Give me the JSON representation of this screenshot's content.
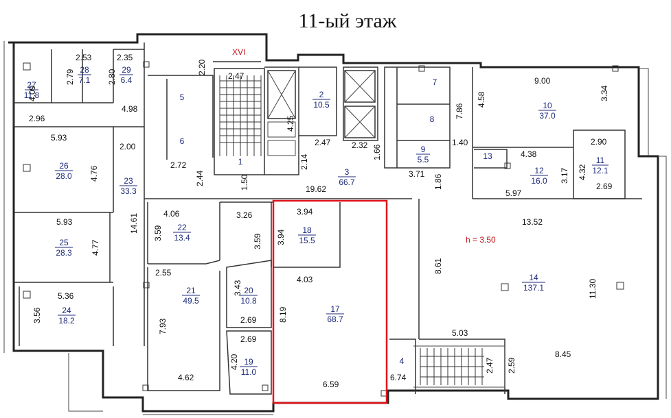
{
  "title": "11-ый этаж",
  "height_note": "h = 3.50",
  "stair_label": "XVI",
  "highlight_color": "#e0151b",
  "rooms": [
    {
      "id": "room-27",
      "num": "27",
      "area": "11.8"
    },
    {
      "id": "room-28",
      "num": "28",
      "area": "7.1"
    },
    {
      "id": "room-29",
      "num": "29",
      "area": "6.4"
    },
    {
      "id": "room-5",
      "num": "5",
      "area": ""
    },
    {
      "id": "room-6",
      "num": "6",
      "area": ""
    },
    {
      "id": "room-1",
      "num": "1",
      "area": ""
    },
    {
      "id": "room-2",
      "num": "2",
      "area": "10.5"
    },
    {
      "id": "room-7",
      "num": "7",
      "area": ""
    },
    {
      "id": "room-8",
      "num": "8",
      "area": ""
    },
    {
      "id": "room-9",
      "num": "9",
      "area": "5.5"
    },
    {
      "id": "room-10",
      "num": "10",
      "area": "37.0"
    },
    {
      "id": "room-11",
      "num": "11",
      "area": "12.1"
    },
    {
      "id": "room-12",
      "num": "12",
      "area": "16.0"
    },
    {
      "id": "room-13",
      "num": "13",
      "area": ""
    },
    {
      "id": "room-26",
      "num": "26",
      "area": "28.0"
    },
    {
      "id": "room-23",
      "num": "23",
      "area": "33.3"
    },
    {
      "id": "room-3",
      "num": "3",
      "area": "66.7"
    },
    {
      "id": "room-25",
      "num": "25",
      "area": "28.3"
    },
    {
      "id": "room-22",
      "num": "22",
      "area": "13.4"
    },
    {
      "id": "room-18",
      "num": "18",
      "area": "15.5"
    },
    {
      "id": "room-14",
      "num": "14",
      "area": "137.1"
    },
    {
      "id": "room-24",
      "num": "24",
      "area": "18.2"
    },
    {
      "id": "room-21",
      "num": "21",
      "area": "49.5"
    },
    {
      "id": "room-20",
      "num": "20",
      "area": "10.8"
    },
    {
      "id": "room-17",
      "num": "17",
      "area": "68.7"
    },
    {
      "id": "room-19",
      "num": "19",
      "area": "11.0"
    },
    {
      "id": "room-4",
      "num": "4",
      "area": ""
    }
  ],
  "dimensions": [
    "2.53",
    "2.35",
    "2.20",
    "4.09",
    "2.79",
    "2.80",
    "2.47",
    "4.98",
    "2.96",
    "4.25",
    "2.47",
    "2.32",
    "1.66",
    "1.40",
    "4.58",
    "9.00",
    "3.34",
    "7.86",
    "5.93",
    "2.00",
    "4.76",
    "2.72",
    "2.44",
    "2.14",
    "3.71",
    "4.38",
    "2.90",
    "3.17",
    "4.32",
    "2.69",
    "5.97",
    "1.50",
    "19.62",
    "1.86",
    "4.06",
    "3.26",
    "3.94",
    "3.94",
    "3.59",
    "3.59",
    "5.93",
    "4.77",
    "14.61",
    "13.52",
    "8.61",
    "11.30",
    "2.55",
    "4.03",
    "3.43",
    "2.69",
    "8.19",
    "5.36",
    "3.56",
    "7.93",
    "2.69",
    "4.20",
    "5.03",
    "8.45",
    "2.47",
    "2.59",
    "4.62",
    "6.59",
    "6.74"
  ]
}
